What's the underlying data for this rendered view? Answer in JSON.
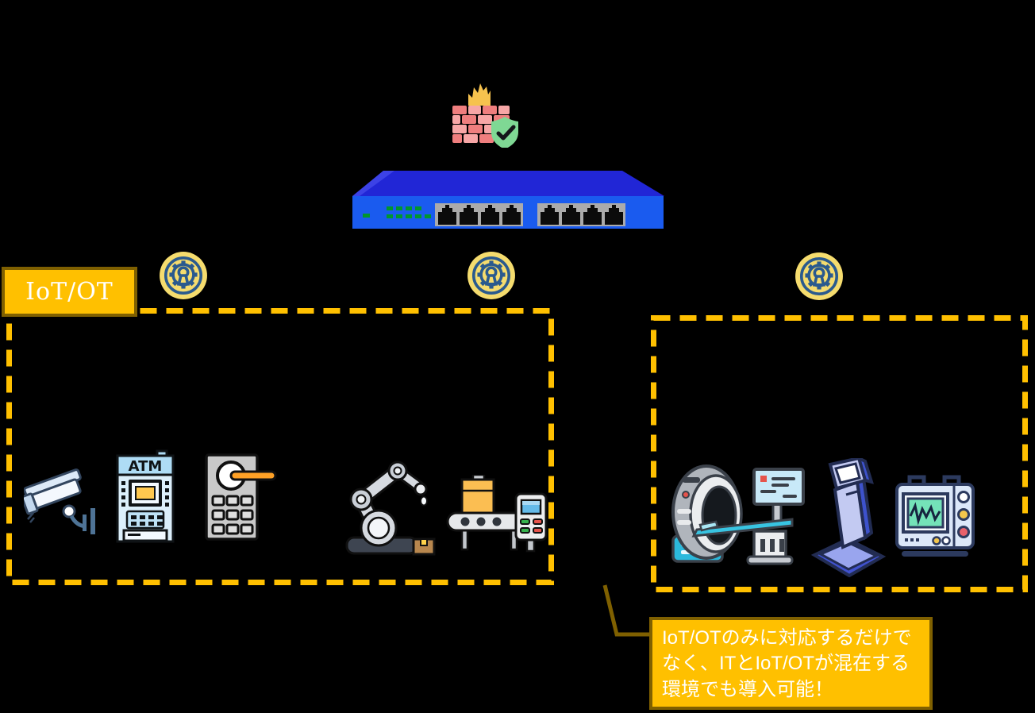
{
  "colors": {
    "background": "#000000",
    "zone_dash_yellow": "#FFC000",
    "tag_fill": "#FFC000",
    "tag_border": "#7F6000",
    "connector_line": "#7F6000",
    "switch_top_blue": "#2126D6",
    "switch_front_blue": "#1A5BEF",
    "switch_led_green": "#00962E",
    "sensor_circle_yellow": "#F5DC6E",
    "sensor_glyph_blue": "#2A5A8E",
    "firewall_brick_dark": "#EF7E7E",
    "firewall_brick_light": "#F7A6A6",
    "firewall_flame": "#F6C24E",
    "firewall_shield_green": "#7FD894",
    "callout_text": "#FFFFFF"
  },
  "labels": {
    "iot_ot_tag": "IoT/OT",
    "atm_sign": "ATM"
  },
  "callout": {
    "line1": "IoT/OTのみに対応するだけで",
    "line2": "なく、ITとIoT/OTが混在する",
    "line3": "環境でも導入可能！"
  },
  "icons": {
    "top": [
      "firewall-with-flame-and-shield-check",
      "blue-8-port-network-switch"
    ],
    "sensors": [
      "iot-sensor-left",
      "iot-sensor-middle",
      "iot-sensor-right"
    ],
    "left_zone_devices": [
      "cctv-camera",
      "atm-machine",
      "door-lock-keypad",
      "robot-arm",
      "conveyor-belt"
    ],
    "right_zone_devices": [
      "ct-mri-scanner",
      "information-kiosk",
      "patient-vital-monitor"
    ]
  },
  "switch": {
    "visible_ports": 8,
    "led_rows": 2
  }
}
